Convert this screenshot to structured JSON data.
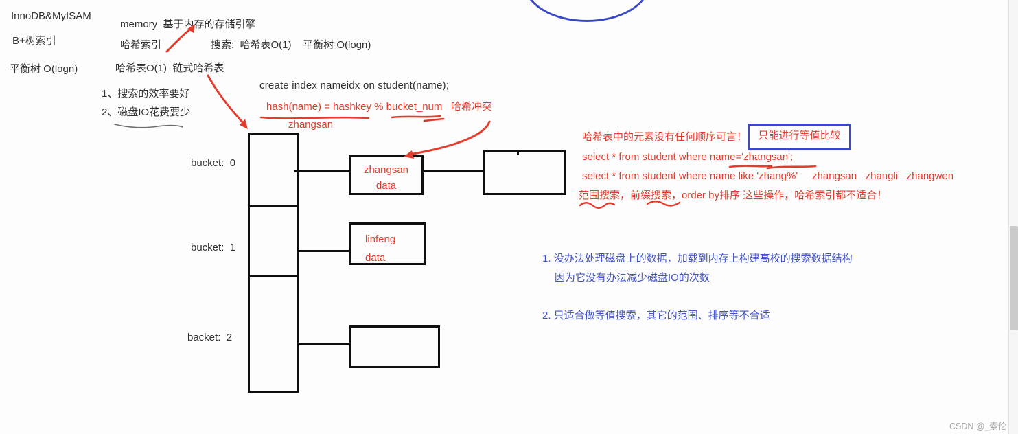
{
  "colors": {
    "red": "#e23c2d",
    "blue_text": "#4353c8",
    "blue_shape": "#3a49c3",
    "ink": "#303030",
    "diagram_black": "#0f0f0f",
    "watermark_gray": "#a3a3a3"
  },
  "header_notes": {
    "engine_compare": "InnoDB&MyISAM",
    "memory_note": "memory  基于内存的存储引擎",
    "btree_index": "B+树索引",
    "hash_index": "哈希索引",
    "search_complexity": "搜索:  哈希表O(1)    平衡树 O(logn)",
    "balanced_tree": "平衡树 O(logn)",
    "hashtable_chain": "哈希表O(1)  链式哈希表",
    "requirement_1": "1、搜索的效率要好",
    "requirement_2": "2、磁盘IO花费要少"
  },
  "hash_demo": {
    "create_index_sql": "create index nameidx on student(name);",
    "hash_formula": "hash(name) = hashkey % bucket_num   哈希冲突",
    "hash_key_example": "zhangsan"
  },
  "diagram": {
    "bucket_labels": [
      "bucket:  0",
      "bucket:  1",
      "backet:  2"
    ],
    "node_zhangsan": {
      "line1": "zhangsan",
      "line2": "data"
    },
    "node_linfeng": {
      "line1": "linfeng",
      "line2": "data"
    }
  },
  "red_notes": {
    "no_order": "哈希表中的元素没有任何顺序可言！",
    "equal_only_boxed": "只能进行等值比较",
    "sql_equal": "select * from student where name='zhangsan';",
    "sql_like": "select * from student where name like 'zhang%'     zhangsan   zhangli   zhangwen",
    "unsuitable": "范围搜索，前缀搜索，order by排序 这些操作，哈希索引都不适合！"
  },
  "blue_notes": {
    "point1_line1": "1. 没办法处理磁盘上的数据，加载到内存上构建高校的搜索数据结构",
    "point1_line2": "因为它没有办法减少磁盘IO的次数",
    "point2": "2. 只适合做等值搜索，其它的范围、排序等不合适"
  },
  "watermark": "CSDN @_索伦"
}
